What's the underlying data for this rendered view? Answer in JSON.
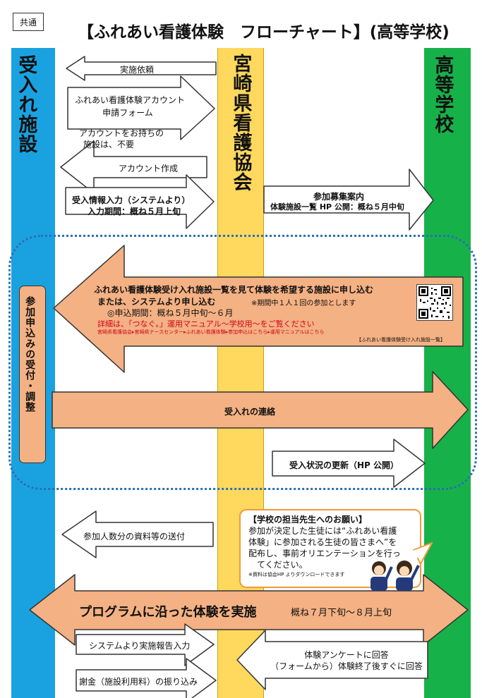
{
  "header": {
    "tag": "共通",
    "title": "【ふれあい看護体験　フローチャート】(高等学校)"
  },
  "columns": {
    "left": "受入れ施設",
    "middle": "宮崎県看護協会",
    "right": "高等学校"
  },
  "steps": {
    "request": "実施依頼",
    "account_form_1": "ふれあい看護体験アカウント",
    "account_form_2": "申請フォーム",
    "account_note_1": "アカウントをお持ちの",
    "account_note_2": "施設は、不要",
    "account_create": "アカウント作成",
    "input_1": "受入情報入力（システムより）",
    "input_2": "入力期間：概ね５月上旬",
    "recruit_1": "参加募集案内",
    "recruit_2": "体験施設一覧 HP 公開：概ね５月中旬"
  },
  "apply": {
    "line1": "ふれあい看護体験受け入れ施設一覧を見て体験を希望する施設に申し込む",
    "line2": "または、システムより申し込む",
    "note": "※期間中１人１回の参加とします",
    "period": "◎申込期間：概ね５月中旬～６月",
    "detail": "詳細は、「つなぐ。」運用マニュアル～学校用～をご覧ください",
    "path": "宮崎県看護協会▸宮崎県ナースセンター▸ふれあい看護体験▸参加申込はこちら▸運用マニュアルはこちら",
    "qr_caption": "【ふれあい看護体験受け入れ施設一覧】"
  },
  "side_label": "参加申込みの受付・調整",
  "contact": "受入れの連絡",
  "status_update": "受入状況の更新（HP 公開）",
  "materials": "参加人数分の資料等の送付",
  "bubble": {
    "heading": "【学校の担当先生へのお願い】",
    "line1": "参加が決定した生徒には“ふれあい看護",
    "line2": "体験」に参加される生徒の皆さまへ”を",
    "line3": "配布し、事前オリエンテーションを行っ",
    "line4": "てください。",
    "note": "※資料は協会HP よりダウンロードできます"
  },
  "program": {
    "label": "プログラムに沿った体験を実施",
    "period": "概ね７月下旬～８月上旬"
  },
  "report": "システムより実施報告入力",
  "fee": "謝金（施設利用料）の振り込み",
  "survey_1": "体験アンケートに回答",
  "survey_2": "（フォームから）体験終了後すぐに回答",
  "colors": {
    "left_column": "#1aa2e0",
    "middle_column": "#ffd85e",
    "right_column": "#17b14a",
    "orange_arrow": "#f4b183",
    "dotted_border": "#2b6fb5"
  }
}
